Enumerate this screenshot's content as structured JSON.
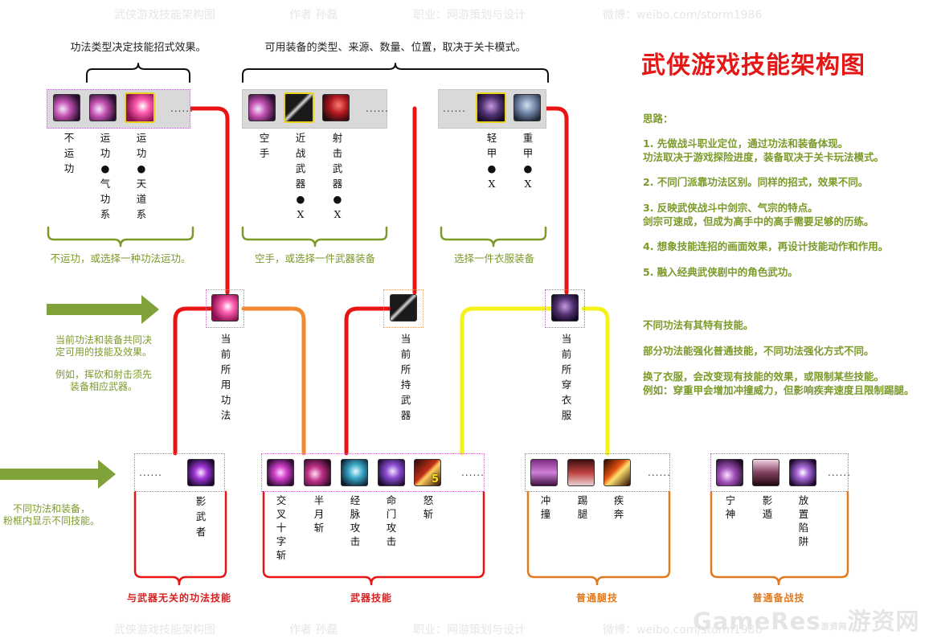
{
  "title": "武侠游戏技能架构图",
  "watermark": {
    "title": "武侠游戏技能架构图",
    "author": "作者   孙磊",
    "job": "职业：网游策划与设计",
    "weibo": "微博：weibo.com/storm1986"
  },
  "logo": {
    "main": "GameRes",
    "small": "游资网",
    "cn": "游资网"
  },
  "top_notes": {
    "kungfu": "功法类型决定技能招式效果。",
    "equip": "可用装备的类型、来源、数量、位置，取决于关卡模式。"
  },
  "bottom_brace_notes": {
    "kungfu": "不运功，或选择一种功法运功。",
    "weapon": "空手，或选择一件武器装备",
    "armor": "选择一件衣服装备"
  },
  "dots": "......",
  "kungfu_labels": [
    "不\n运\n功",
    "运\n功\n●\n气\n功\n系",
    "运\n功\n●\n天\n道\n系"
  ],
  "weapon_labels": [
    "空\n手",
    "近\n战\n武\n器\n●\nX",
    "射\n击\n武\n器\n●\nX"
  ],
  "armor_labels": [
    "轻\n甲\n●\nX",
    "重\n甲\n●\nX"
  ],
  "current_labels": {
    "kungfu": "当\n前\n所\n用\n功\n法",
    "weapon": "当\n前\n所\n持\n武\n器",
    "armor": "当\n前\n所\n穿\n衣\n服"
  },
  "side_notes": {
    "a1": "当前功法和装备共同决",
    "a2": "定可用的技能及效果。",
    "b1": "例如，挥砍和射击须先",
    "b2": "装备相应武器。",
    "c1": "不同功法和装备，",
    "c2": "粉框内显示不同技能。"
  },
  "skills": {
    "kungfu": [
      "影\n武\n者"
    ],
    "weapon": [
      "交\n叉\n十\n字\n斩",
      "半\n月\n斩",
      "经\n脉\n攻\n击",
      "命\n门\n攻\n击",
      "怒\n斩"
    ],
    "move": [
      "冲\n撞",
      "踢\n腿",
      "疾\n奔"
    ],
    "prep": [
      "宁\n神",
      "影\n遁",
      "放\n置\n陷\n阱"
    ]
  },
  "skill_badge": "5",
  "categories": {
    "kungfu": "与武器无关的功法技能",
    "weapon": "武器技能",
    "move": "普通腿技",
    "prep": "普通备战技"
  },
  "thinking": {
    "head": "思路：",
    "p1a": "1. 先做战斗职业定位，通过功法和装备体现。",
    "p1b": "功法取决于游戏探险进度，装备取决于关卡玩法模式。",
    "p2": "2. 不同门派靠功法区别。同样的招式，效果不同。",
    "p3a": "3. 反映武侠战斗中剑宗、气宗的特点。",
    "p3b": "剑宗可速成，但成为高手中的高手需要足够的历练。",
    "p4": "4. 想象技能连招的画面效果，再设计技能动作和作用。",
    "p5": "5. 融入经典武侠剧中的角色武功。"
  },
  "notes2": {
    "n1": "不同功法有其特有技能。",
    "n2": "部分功法能强化普通技能，不同功法强化方式不同。",
    "n3a": "换了衣服，会改变现有技能的效果，或限制某些技能。",
    "n3b": "例如：穿重甲会增加冲撞威力，但影响疾奔速度且限制踢腿。"
  },
  "colors": {
    "red": "#e81414",
    "orange": "#f08a30",
    "yellow": "#f5f21a",
    "olive": "#7c9a2a",
    "arrow": "#7fa33a"
  }
}
